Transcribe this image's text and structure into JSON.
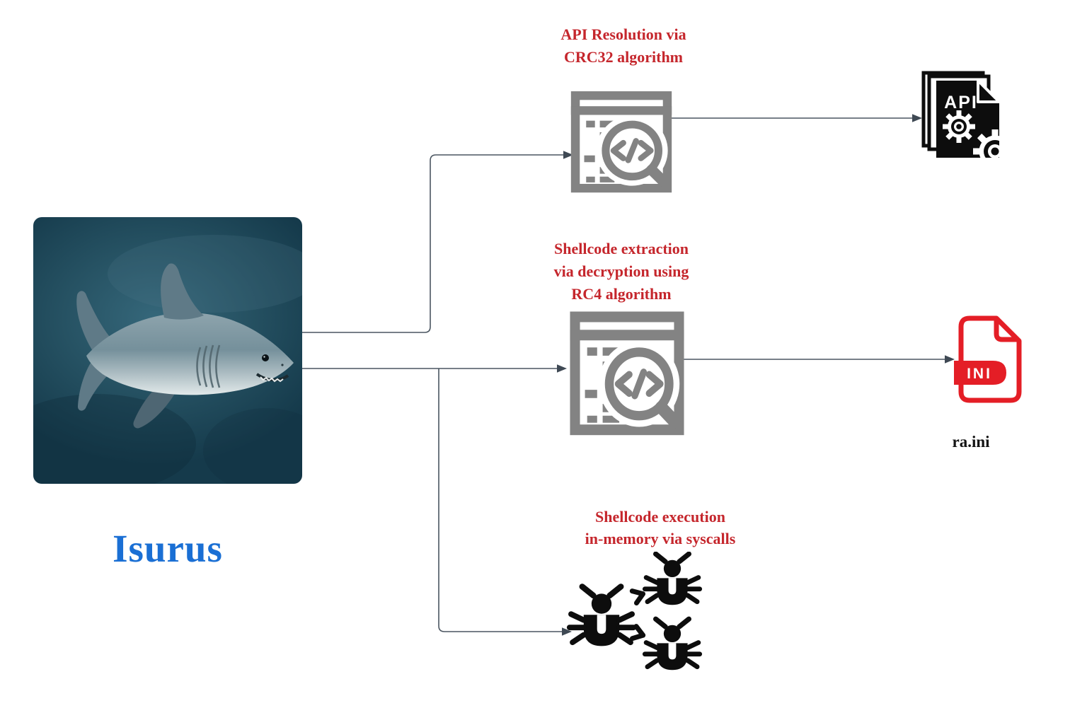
{
  "shark": {
    "name": "Isurus",
    "image_alt": "mako-shark-photo"
  },
  "branches": [
    {
      "label": "API Resolution via\nCRC32 algorithm",
      "process_icon": "code-analysis-icon",
      "result_icon": "api-document-icon",
      "result_badge": "API"
    },
    {
      "label": "Shellcode extraction\nvia decryption using\nRC4 algorithm",
      "process_icon": "code-analysis-icon",
      "result_icon": "ini-file-icon",
      "result_badge": "INI",
      "result_label": "ra.ini"
    },
    {
      "label": "Shellcode execution\nin-memory via syscalls",
      "result_icon": "bugs-spreading-icon"
    }
  ],
  "colors": {
    "label_red": "#c5262c",
    "title_blue": "#1a6fd4",
    "icon_gray": "#838383",
    "arrow_dark": "#4a5560",
    "ini_red": "#e41e26",
    "icon_black": "#0d0d0d"
  }
}
